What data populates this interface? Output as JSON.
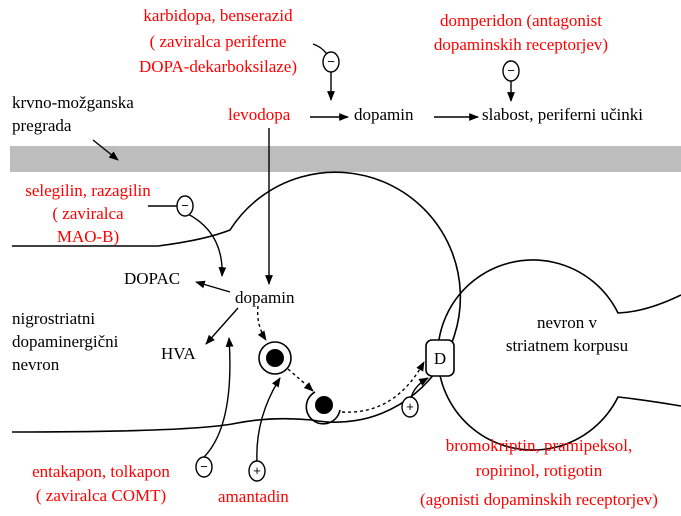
{
  "colors": {
    "drug_text": "#ff0000",
    "label_text": "#000000",
    "barrier": "#bdbdbd",
    "line": "#000000"
  },
  "drugs": {
    "carbidopa": [
      "karbidopa, benserazid",
      "( zaviralca periferne",
      "DOPA-dekarboksilaze)"
    ],
    "domperidon": [
      "domperidon (antagonist",
      "dopaminskih receptorjev)"
    ],
    "levodopa": "levodopa",
    "selegilin": [
      "selegilin, razagilin",
      "( zaviralca",
      "MAO-B)"
    ],
    "entakapon": [
      "entakapon, tolkapon",
      "( zaviralca COMT)"
    ],
    "amantadin": "amantadin",
    "agonists": [
      "bromokriptin, pramipeksol,",
      "ropirinol, rotigotin",
      "(agonisti dopaminskih receptorjev)"
    ]
  },
  "labels": {
    "barrier": [
      "krvno-možganska",
      "pregrada"
    ],
    "dopamin_peripheral": "dopamin",
    "peripheral_effects": "slabost, periferni učinki",
    "dopac": "DOPAC",
    "dopamin_central": "dopamin",
    "hva": "HVA",
    "nigro_neuron": [
      "nigrostriatni",
      "dopaminergični",
      "nevron"
    ],
    "striatal_neuron": [
      "nevron v",
      "striatnem korpusu"
    ],
    "receptor": "D"
  },
  "signs": {
    "minus": "−",
    "plus": "+"
  }
}
